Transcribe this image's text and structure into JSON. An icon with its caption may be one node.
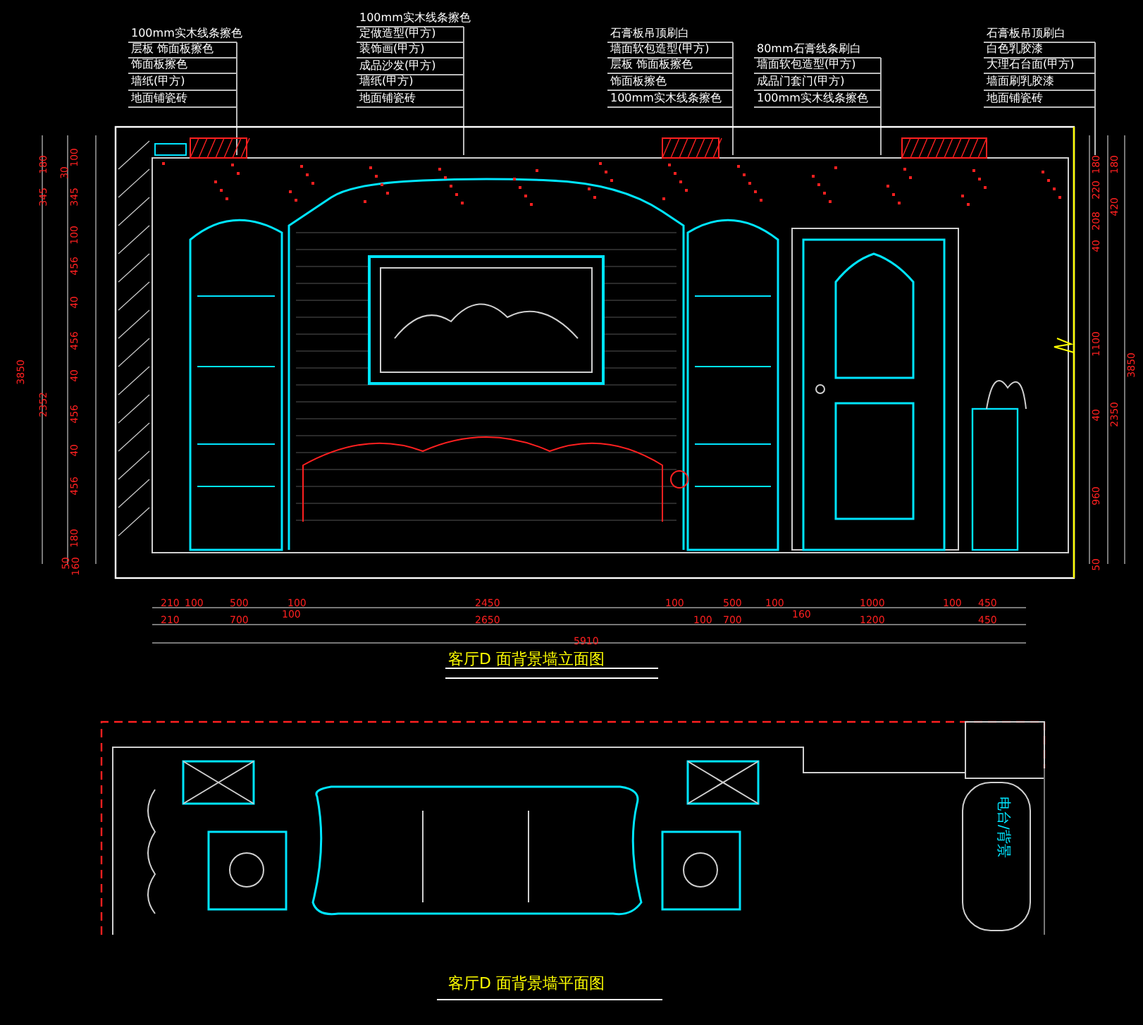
{
  "diagram": {
    "labels": [
      "100mm实木线条擦色",
      "层板 饰面板擦色",
      "饰面板擦色",
      "墙纸(甲方)",
      "地面铺瓷砖",
      "100mm实木线条擦色",
      "定做造型(甲方)",
      "装饰画(甲方)",
      "成品沙发(甲方)",
      "墙纸(甲方)",
      "地面铺瓷砖",
      "石膏板吊顶刷白",
      "墙面软包造型(甲方)",
      "层板 饰面板擦色",
      "饰面板擦色",
      "100mm实木线条擦色",
      "80mm石膏线条刷白",
      "墙面软包造型(甲方)",
      "成品门套门(甲方)",
      "100mm实木线条擦色",
      "石膏板吊顶刷白",
      "白色乳胶漆",
      "大理石台面(甲方)",
      "墙面刷乳胶漆",
      "地面铺瓷砖",
      "3850",
      "180",
      "345",
      "2352",
      "100",
      "30",
      "345",
      "100",
      "456",
      "40",
      "456",
      "40",
      "456",
      "40",
      "456",
      "180",
      "50",
      "160",
      "180",
      "220",
      "208",
      "40",
      "1100",
      "40",
      "960",
      "50",
      "180",
      "420",
      "2350",
      "3850",
      "210",
      "100",
      "500",
      "100",
      "100",
      "2450",
      "100",
      "500",
      "100",
      "160",
      "1000",
      "100",
      "450",
      "210",
      "700",
      "2650",
      "100",
      "700",
      "1200",
      "450",
      "5910",
      "客厅D 面背景墙立面图",
      "电台/背景",
      "客厅D 面背景墙平面图"
    ]
  }
}
